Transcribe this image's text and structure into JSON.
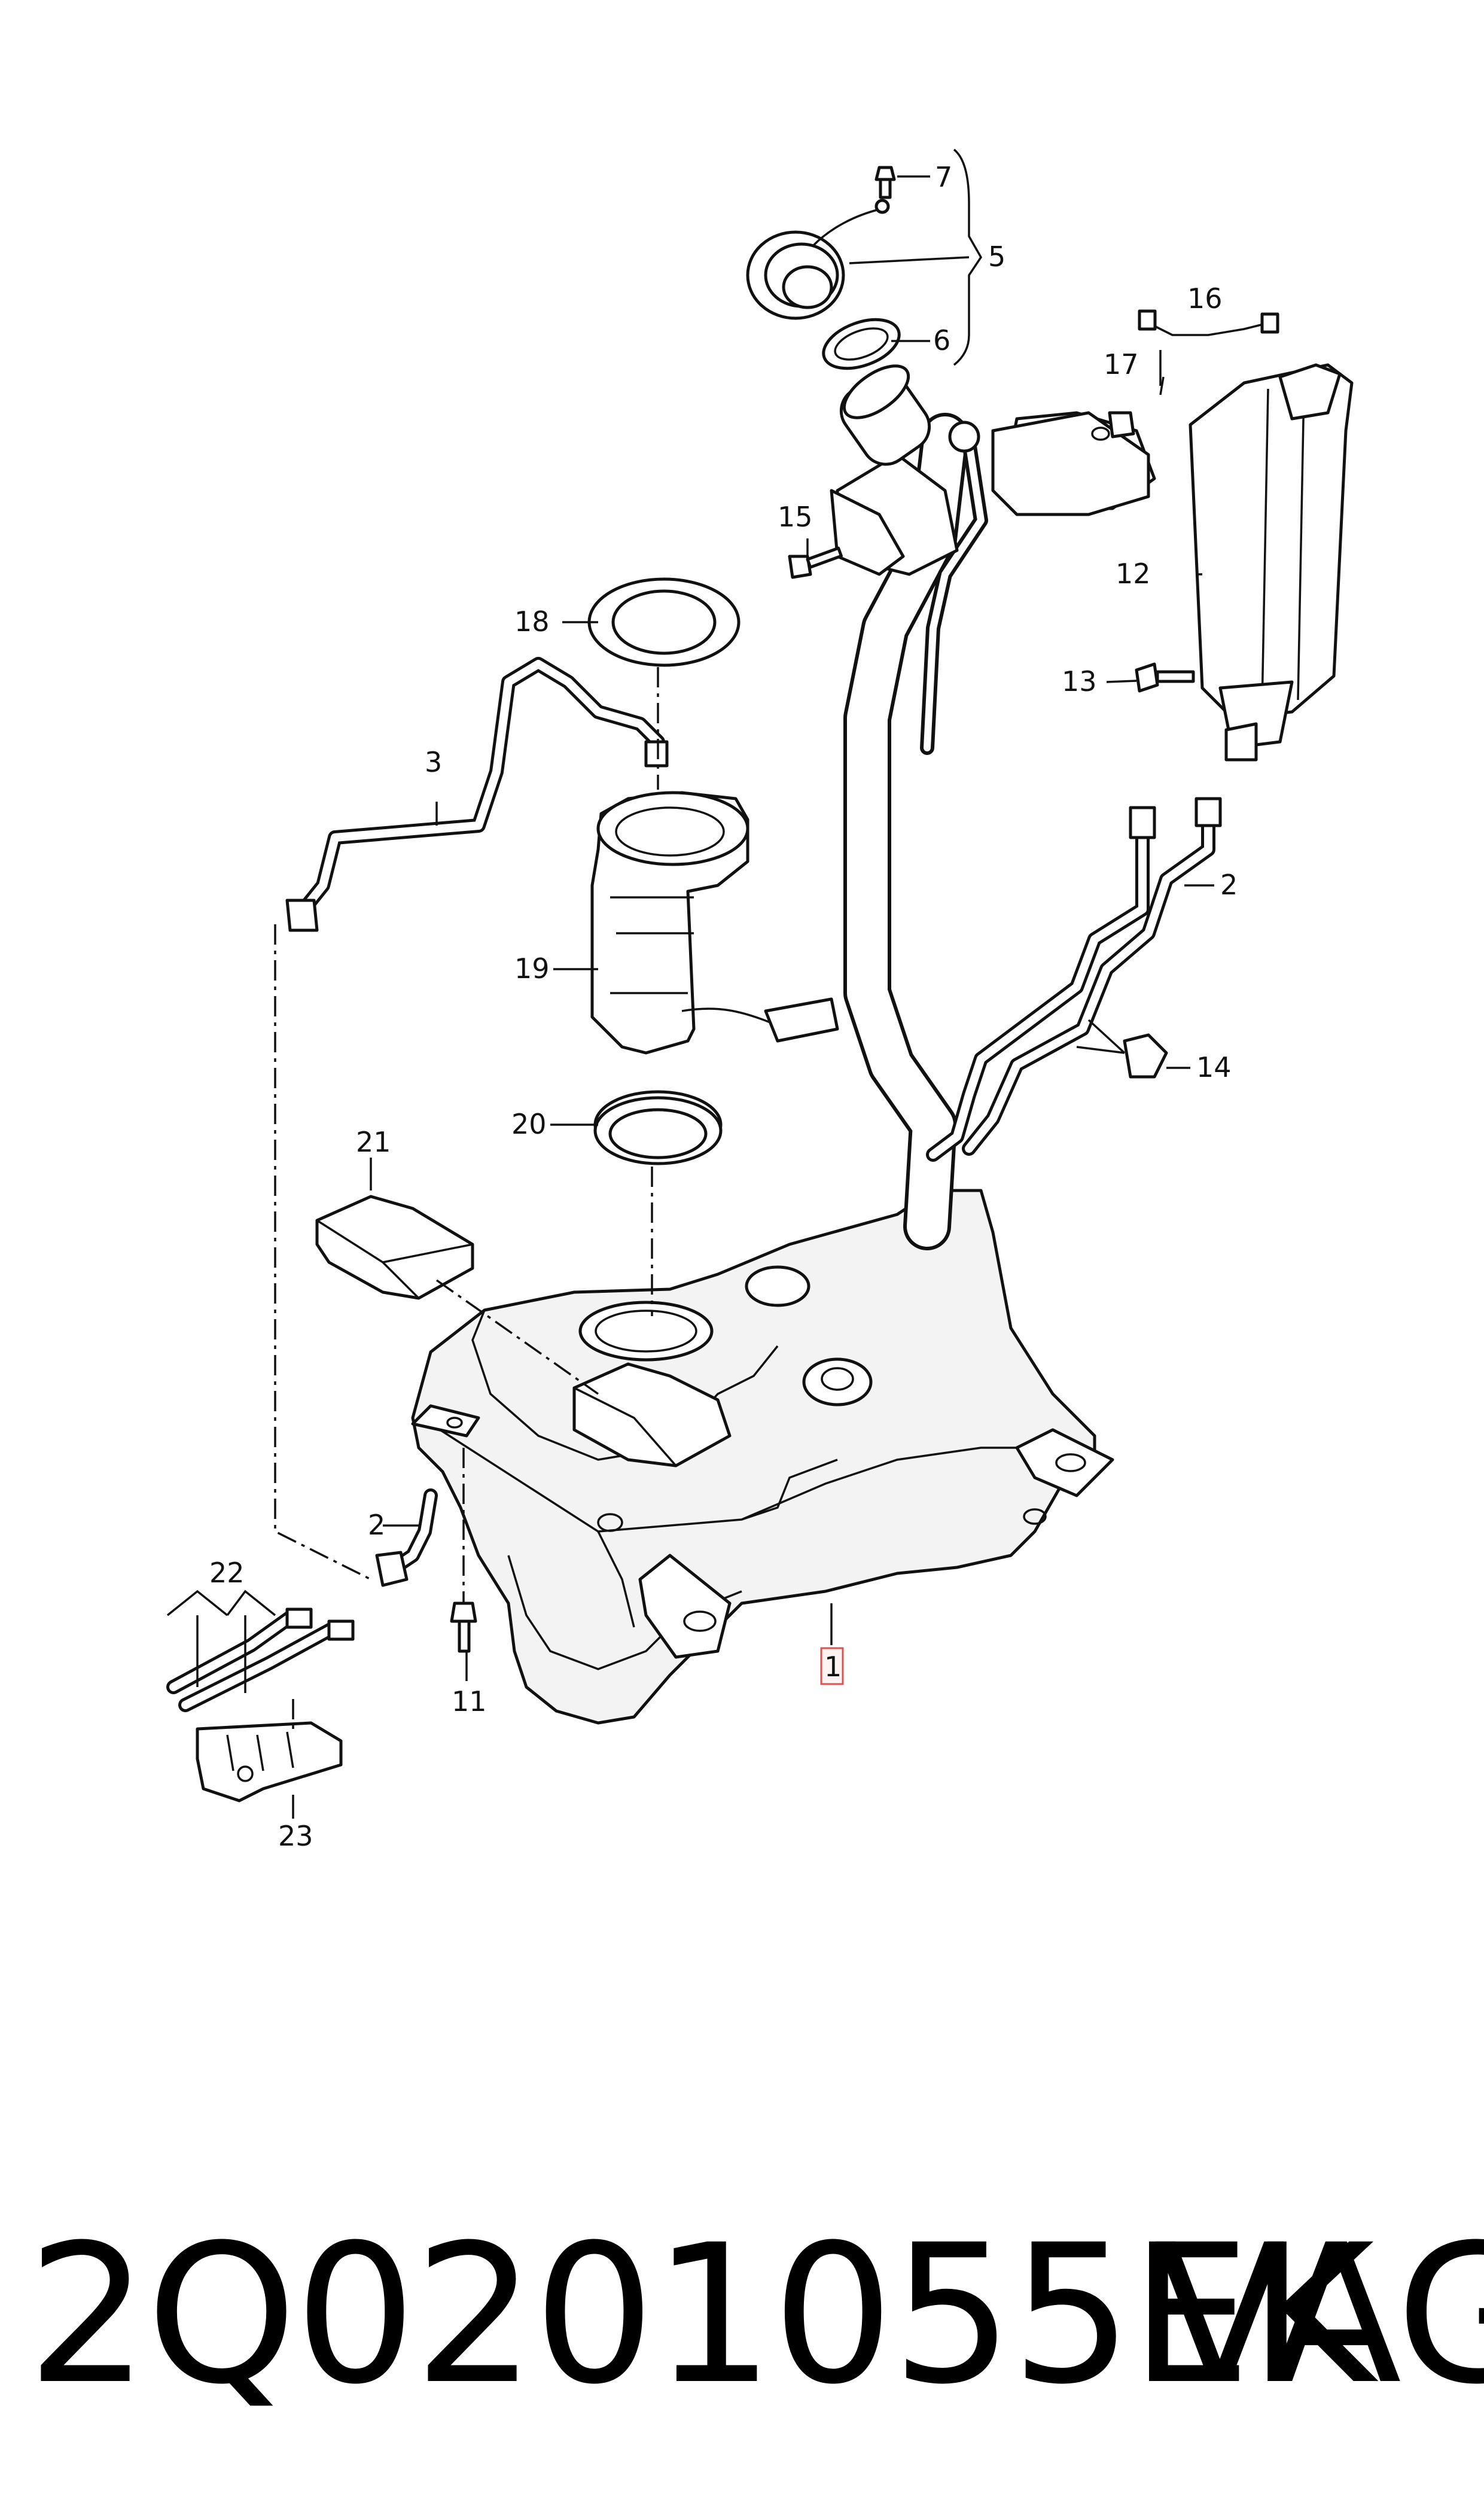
{
  "callouts": {
    "c1": "1",
    "c2a": "2",
    "c2b": "2",
    "c3": "3",
    "c5": "5",
    "c6": "6",
    "c7": "7",
    "c11": "11",
    "c12": "12",
    "c13": "13",
    "c14": "14",
    "c15": "15",
    "c16": "16",
    "c17": "17",
    "c18": "18",
    "c19": "19",
    "c20": "20",
    "c21": "21",
    "c22": "22",
    "c23": "23"
  },
  "footer": {
    "part_number": "2Q0201055EK",
    "brand": "VAG"
  },
  "colors": {
    "line": "#111111",
    "highlight_box": "#d9534f",
    "background": "#ffffff"
  }
}
